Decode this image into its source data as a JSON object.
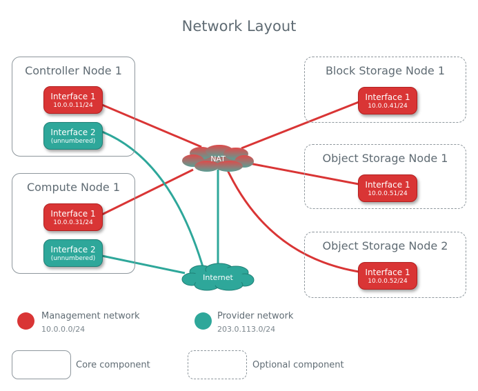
{
  "title": "Network Layout",
  "colors": {
    "management": "#d93535",
    "provider": "#2ea79a",
    "border": "#8d969c",
    "text": "#5f6b73"
  },
  "nodes": {
    "controller": {
      "title": "Controller Node 1",
      "style": "core",
      "interfaces": [
        {
          "name": "Interface 1",
          "address": "10.0.0.11/24",
          "network": "management"
        },
        {
          "name": "Interface 2",
          "address": "(unnumbered)",
          "network": "provider"
        }
      ]
    },
    "compute": {
      "title": "Compute Node 1",
      "style": "core",
      "interfaces": [
        {
          "name": "Interface 1",
          "address": "10.0.0.31/24",
          "network": "management"
        },
        {
          "name": "Interface 2",
          "address": "(unnumbered)",
          "network": "provider"
        }
      ]
    },
    "block": {
      "title": "Block Storage Node 1",
      "style": "optional",
      "interfaces": [
        {
          "name": "Interface 1",
          "address": "10.0.0.41/24",
          "network": "management"
        }
      ]
    },
    "object1": {
      "title": "Object Storage Node 1",
      "style": "optional",
      "interfaces": [
        {
          "name": "Interface 1",
          "address": "10.0.0.51/24",
          "network": "management"
        }
      ]
    },
    "object2": {
      "title": "Object Storage Node 2",
      "style": "optional",
      "interfaces": [
        {
          "name": "Interface 1",
          "address": "10.0.0.52/24",
          "network": "management"
        }
      ]
    }
  },
  "clouds": {
    "nat": "NAT",
    "internet": "Internet"
  },
  "legend": {
    "management": {
      "name": "Management network",
      "subnet": "10.0.0.0/24"
    },
    "provider": {
      "name": "Provider network",
      "subnet": "203.0.113.0/24"
    },
    "core": "Core component",
    "optional": "Optional component"
  }
}
